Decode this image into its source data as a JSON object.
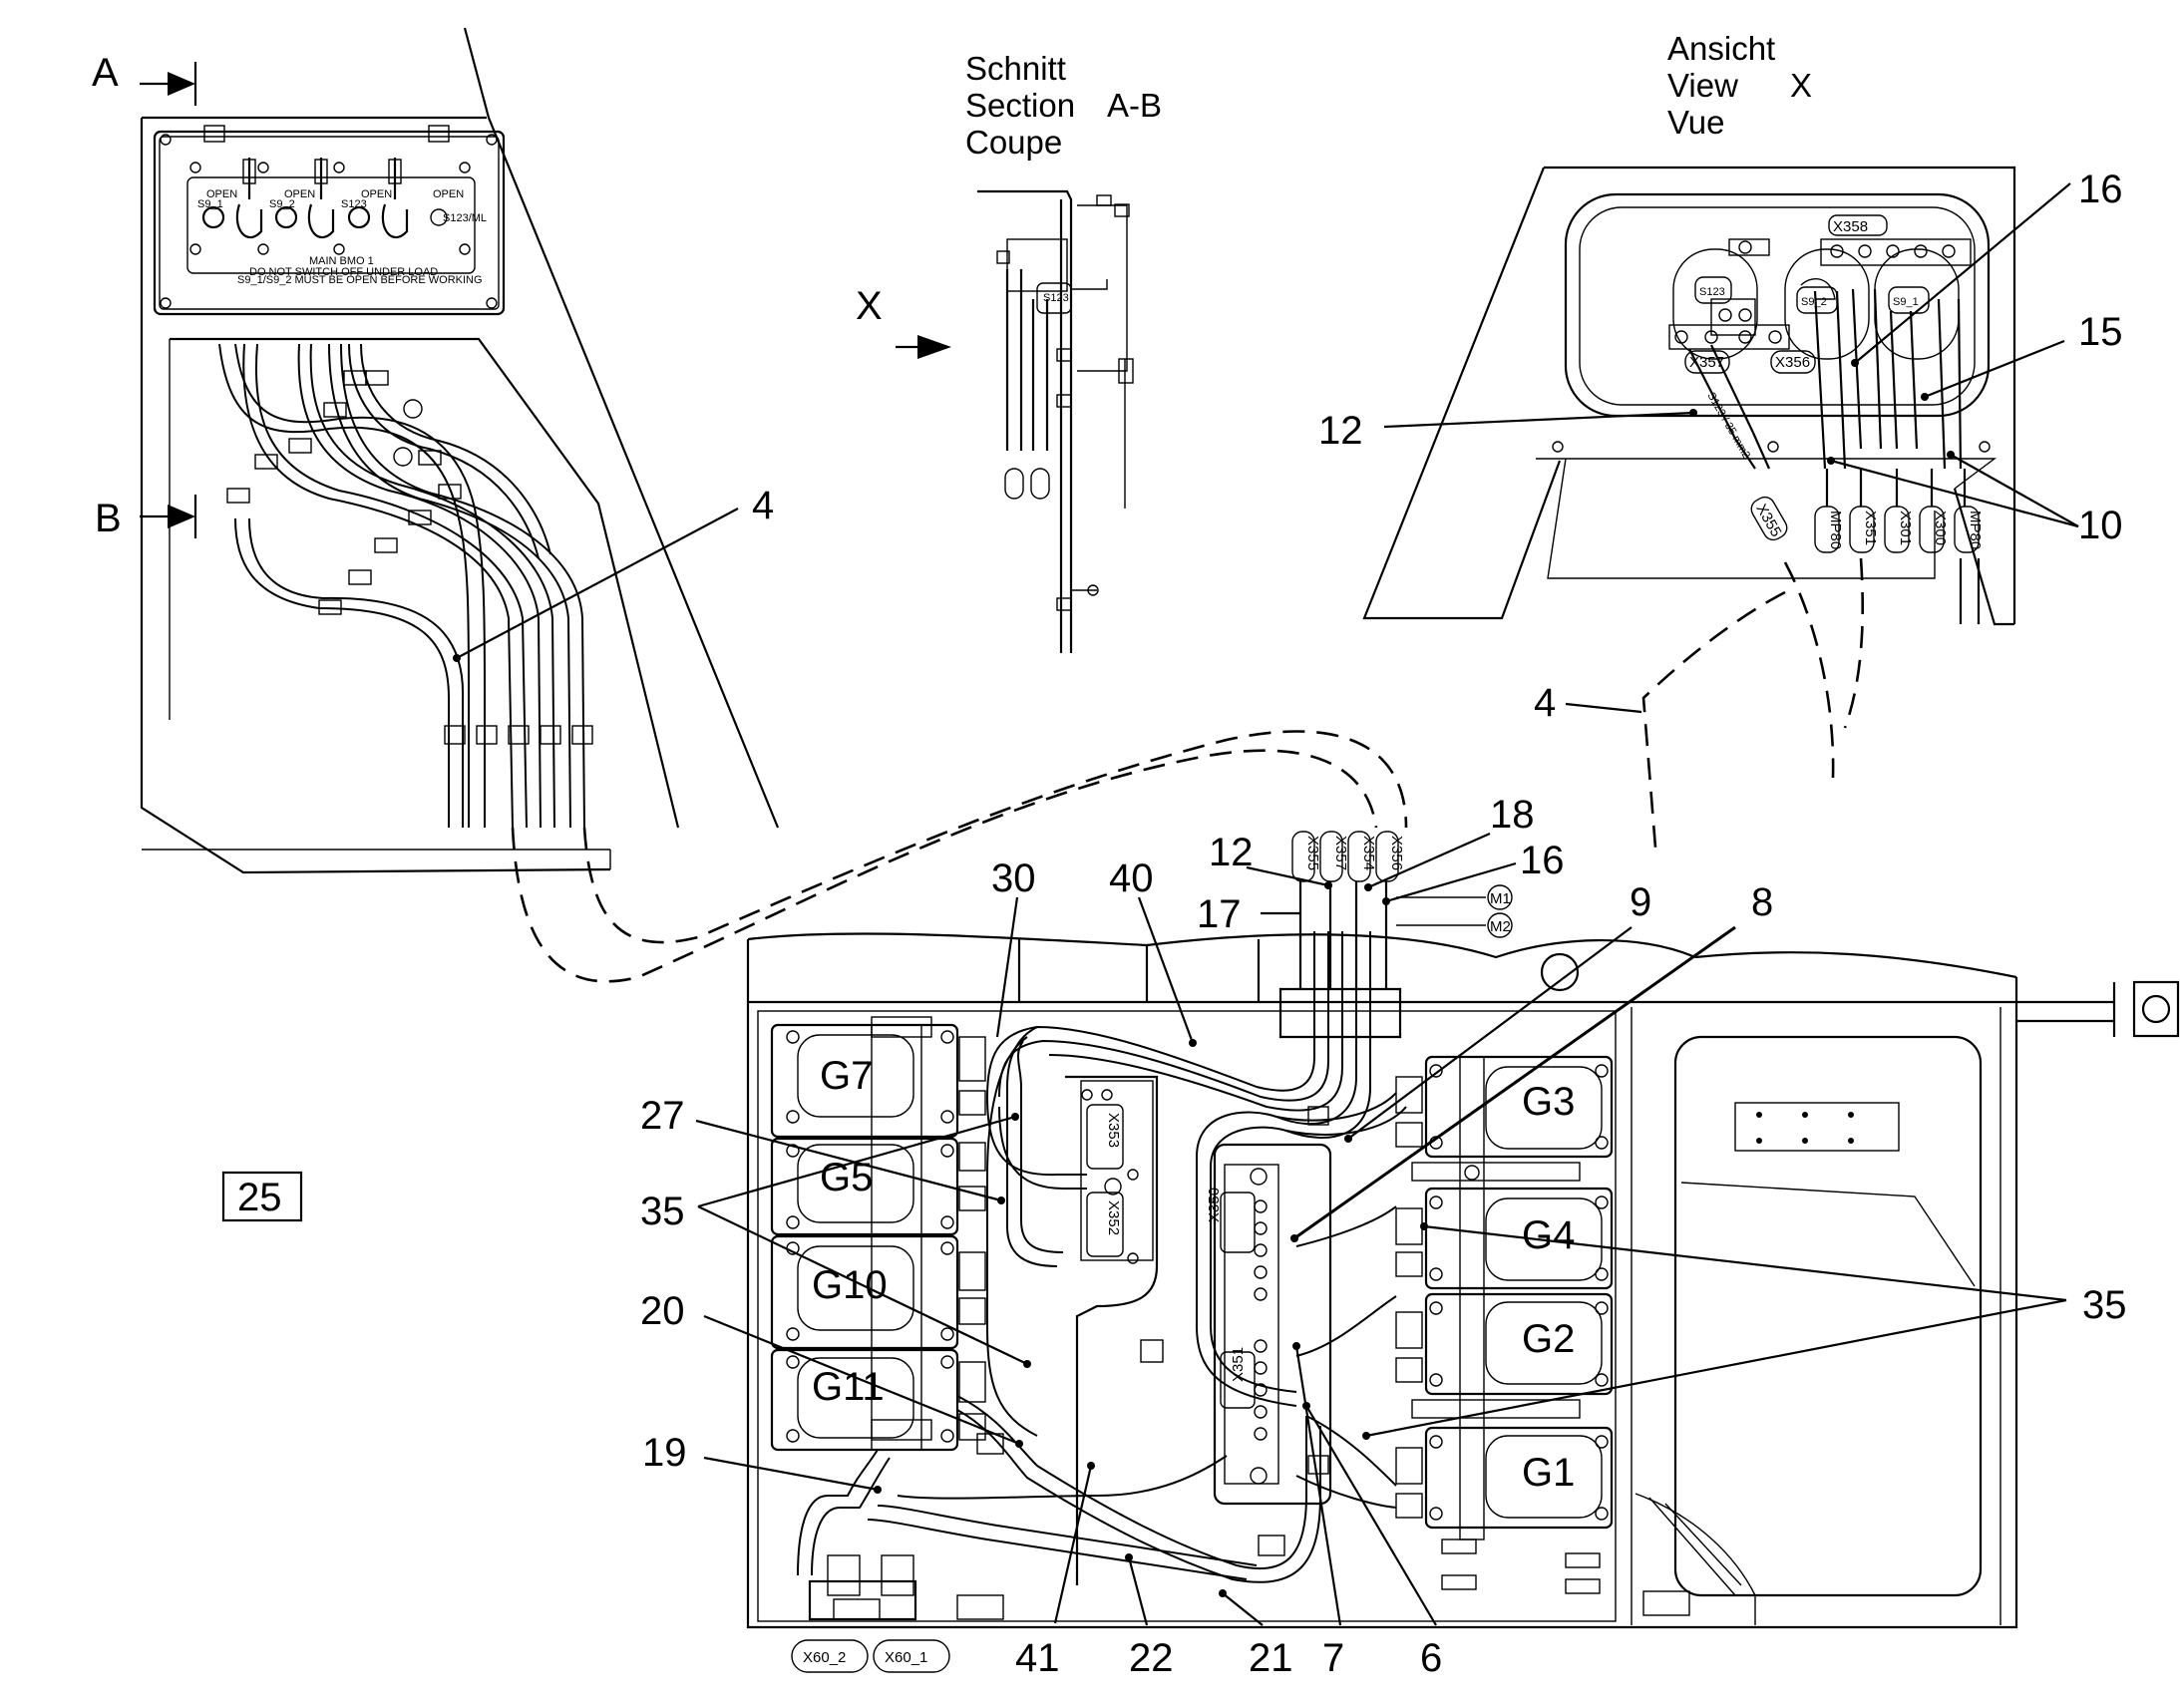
{
  "section_marks": {
    "a": "A",
    "b": "B"
  },
  "section_view": {
    "line1": "Schnitt",
    "line2": "Section",
    "line2_suffix": "A-B",
    "line3": "Coupe",
    "arrow_letter": "X"
  },
  "detail_view": {
    "line1": "Ansicht",
    "line2": "View",
    "line2_suffix": "X",
    "line3": "Vue"
  },
  "box_label": "25",
  "callouts": {
    "c4_top": "4",
    "c16_top": "16",
    "c15": "15",
    "c12_top": "12",
    "c10": "10",
    "c4_mid": "4",
    "c18": "18",
    "c12": "12",
    "c16": "16",
    "c17": "17",
    "c30": "30",
    "c40": "40",
    "c9": "9",
    "c8": "8",
    "c27": "27",
    "c35_left": "35",
    "c35_right": "35",
    "c20": "20",
    "c19": "19",
    "c41": "41",
    "c22": "22",
    "c21": "21",
    "c7": "7",
    "c6": "6"
  },
  "connectors": {
    "x60_2": "X60_2",
    "x60_1": "X60_1",
    "x357_top": "X357",
    "x356_top": "X356",
    "x358": "X358",
    "x355_tag": "X355",
    "mp80_a": "MP80",
    "x351_tag": "X351",
    "x301": "X301",
    "x300": "X300",
    "mp80_b": "MP80",
    "x355": "X355",
    "x357": "X357",
    "x354": "X354",
    "x356": "X356",
    "m1": "M1",
    "m2": "M2",
    "x353": "X353",
    "x352": "X352",
    "x350": "X350",
    "x351": "X351",
    "s123": "S123",
    "s9_2": "S9_2",
    "s9_1": "S9_1"
  },
  "generators": {
    "g7": "G7",
    "g5": "G5",
    "g10": "G10",
    "g11": "G11",
    "g3": "G3",
    "g4": "G4",
    "g2": "G2",
    "g1": "G1"
  },
  "panel": {
    "open": "OPEN",
    "s9_1": "S9_1",
    "s9_2": "S9_2",
    "s123": "S123",
    "main_label": "MAIN BMO 1",
    "note1": "DO NOT SWITCH OFF UNDER LOAD",
    "note2": "S9_1/S9_2 MUST BE OPEN BEFORE WORKING",
    "side": "S123/ML"
  }
}
